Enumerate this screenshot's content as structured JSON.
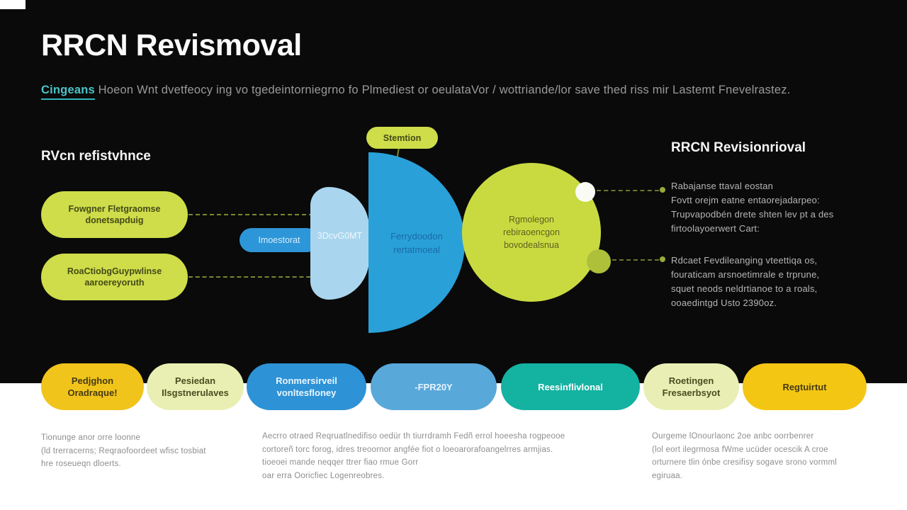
{
  "colors": {
    "background_black": "#0a0a0a",
    "background_white": "#ffffff",
    "accent_teal": "#4cc3c7",
    "yellow_green": "#cedd49",
    "gold": "#f2c41c",
    "pale_green": "#e9efb2",
    "blue": "#2d96d8",
    "light_blue": "#a9d6ee",
    "medium_blue": "#57a7d9",
    "teal_pill": "#12b2a2"
  },
  "header": {
    "title": "RRCN Revismoval",
    "subtitle_lead": "Cingeans",
    "subtitle_rest": " Hoeon Wnt dvetfeocy ing vo tgedeintorniegrno fo Plmediest or oeulataVor / wottriande/lor save thed riss mir Lastemt Fnevelrastez."
  },
  "left_panel": {
    "heading": "RVcn refistvhnce",
    "pills": [
      {
        "label": "Fowgner Fletgraomse\ndonetsapduig"
      },
      {
        "label": "RoaCtiobgGuypwlinse\naaroereyoruth"
      }
    ]
  },
  "diagram": {
    "top_pill_label": "Stemtion",
    "mid_pill_label": "Imoestorat",
    "light_blob_label": "3DcvG0MT",
    "half_disc_label": "Ferrydoodon\nrertatmoeal",
    "circle_label": "Rgmolegon\nrebiraoencgon\nbovodealsnua"
  },
  "right_panel": {
    "heading": "RRCN Revisionrioval",
    "block1": "Rabajanse ttaval eostan\nFovtt orejm eatne entaorejadarpeo:\nTrupvapodbén drete shten lev pt a des\nfirtoolayoerwert Cart:",
    "block2": "Rdcaet Fevdileanging vteettiqa os,\nfouraticam arsnoetimrale e trprune,\nsquet neods neldrtianoe to a roals,\nooaedintgd Usto 2390oz."
  },
  "bottom": {
    "pills": [
      {
        "label": "Pedjghon\nOradraque!",
        "bg": "#f0c41b",
        "fg": "#463a12"
      },
      {
        "label": "Pesiedan\nIlsgstnerulaves",
        "bg": "#e9efb2",
        "fg": "#4a4d20"
      },
      {
        "label": "Ronmersirveil\nvonltesfloney",
        "bg": "#2d92d6",
        "fg": "#eaf6ff"
      },
      {
        "label": "-FPR20Y",
        "bg": "#58a8da",
        "fg": "#e8f4fb"
      },
      {
        "label": "Reesinflivlonal",
        "bg": "#14b2a1",
        "fg": "#ffffff"
      },
      {
        "label": "Roetingen\nFresaerbsyot",
        "bg": "#e9efb4",
        "fg": "#4a4d20"
      },
      {
        "label": "Regtuirtut",
        "bg": "#f4c614",
        "fg": "#463a12"
      }
    ],
    "notes": [
      "Tionunge anor orre loonne\n(ld trerracerns; Reqraofoordeet wfisc tosbiat\nhre roseueqn dloerts.",
      "Aecrro otraed Reqruatlnedifiso oedür th tiurrdramh Fedñ errol hoeesha rogpeooe\ncortoreñ torc forog, idres treoornor angfée fiot o loeoarorafoangelrres armjias.\ntioeoei mande neqqer ttrer fiao rmue Gorr\noar erra Ooricfiec Logenreobres.",
      "Ourgeme lOnourlaonc 2oe anbc oorrbenrer\n(lol eort ilegrmosa fWme ucüder ocescik A croe\norturnere tlin ónbe cresifisy sogave srono vormml\negiruaa."
    ]
  }
}
